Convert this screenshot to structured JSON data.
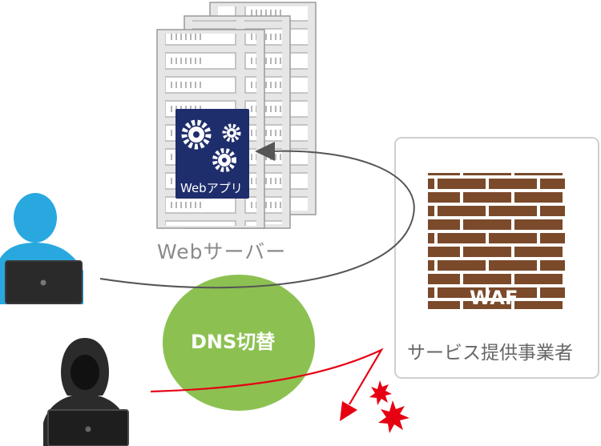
{
  "web_server": {
    "caption": "Webサーバー",
    "app_label": "Webアプリ"
  },
  "waf": {
    "label": "WAF",
    "provider_label": "サービス提供事業者"
  },
  "dns": {
    "label": "DNS切替"
  },
  "colors": {
    "server_body": "#e6e6e6",
    "server_outline": "#9a9a9a",
    "app_panel": "#1e2d6b",
    "brick": "#7b4a2b",
    "mortar": "#ffffff",
    "dns_circle": "#8cc152",
    "user": "#29a8e0",
    "attacker": "#2b2b2b",
    "legit_flow": "#555555",
    "attack_flow": "#e60012"
  },
  "icons": [
    "gear-icon",
    "user-icon",
    "hooded-attacker-icon",
    "laptop-icon",
    "brick-wall-icon",
    "burst-icon"
  ]
}
